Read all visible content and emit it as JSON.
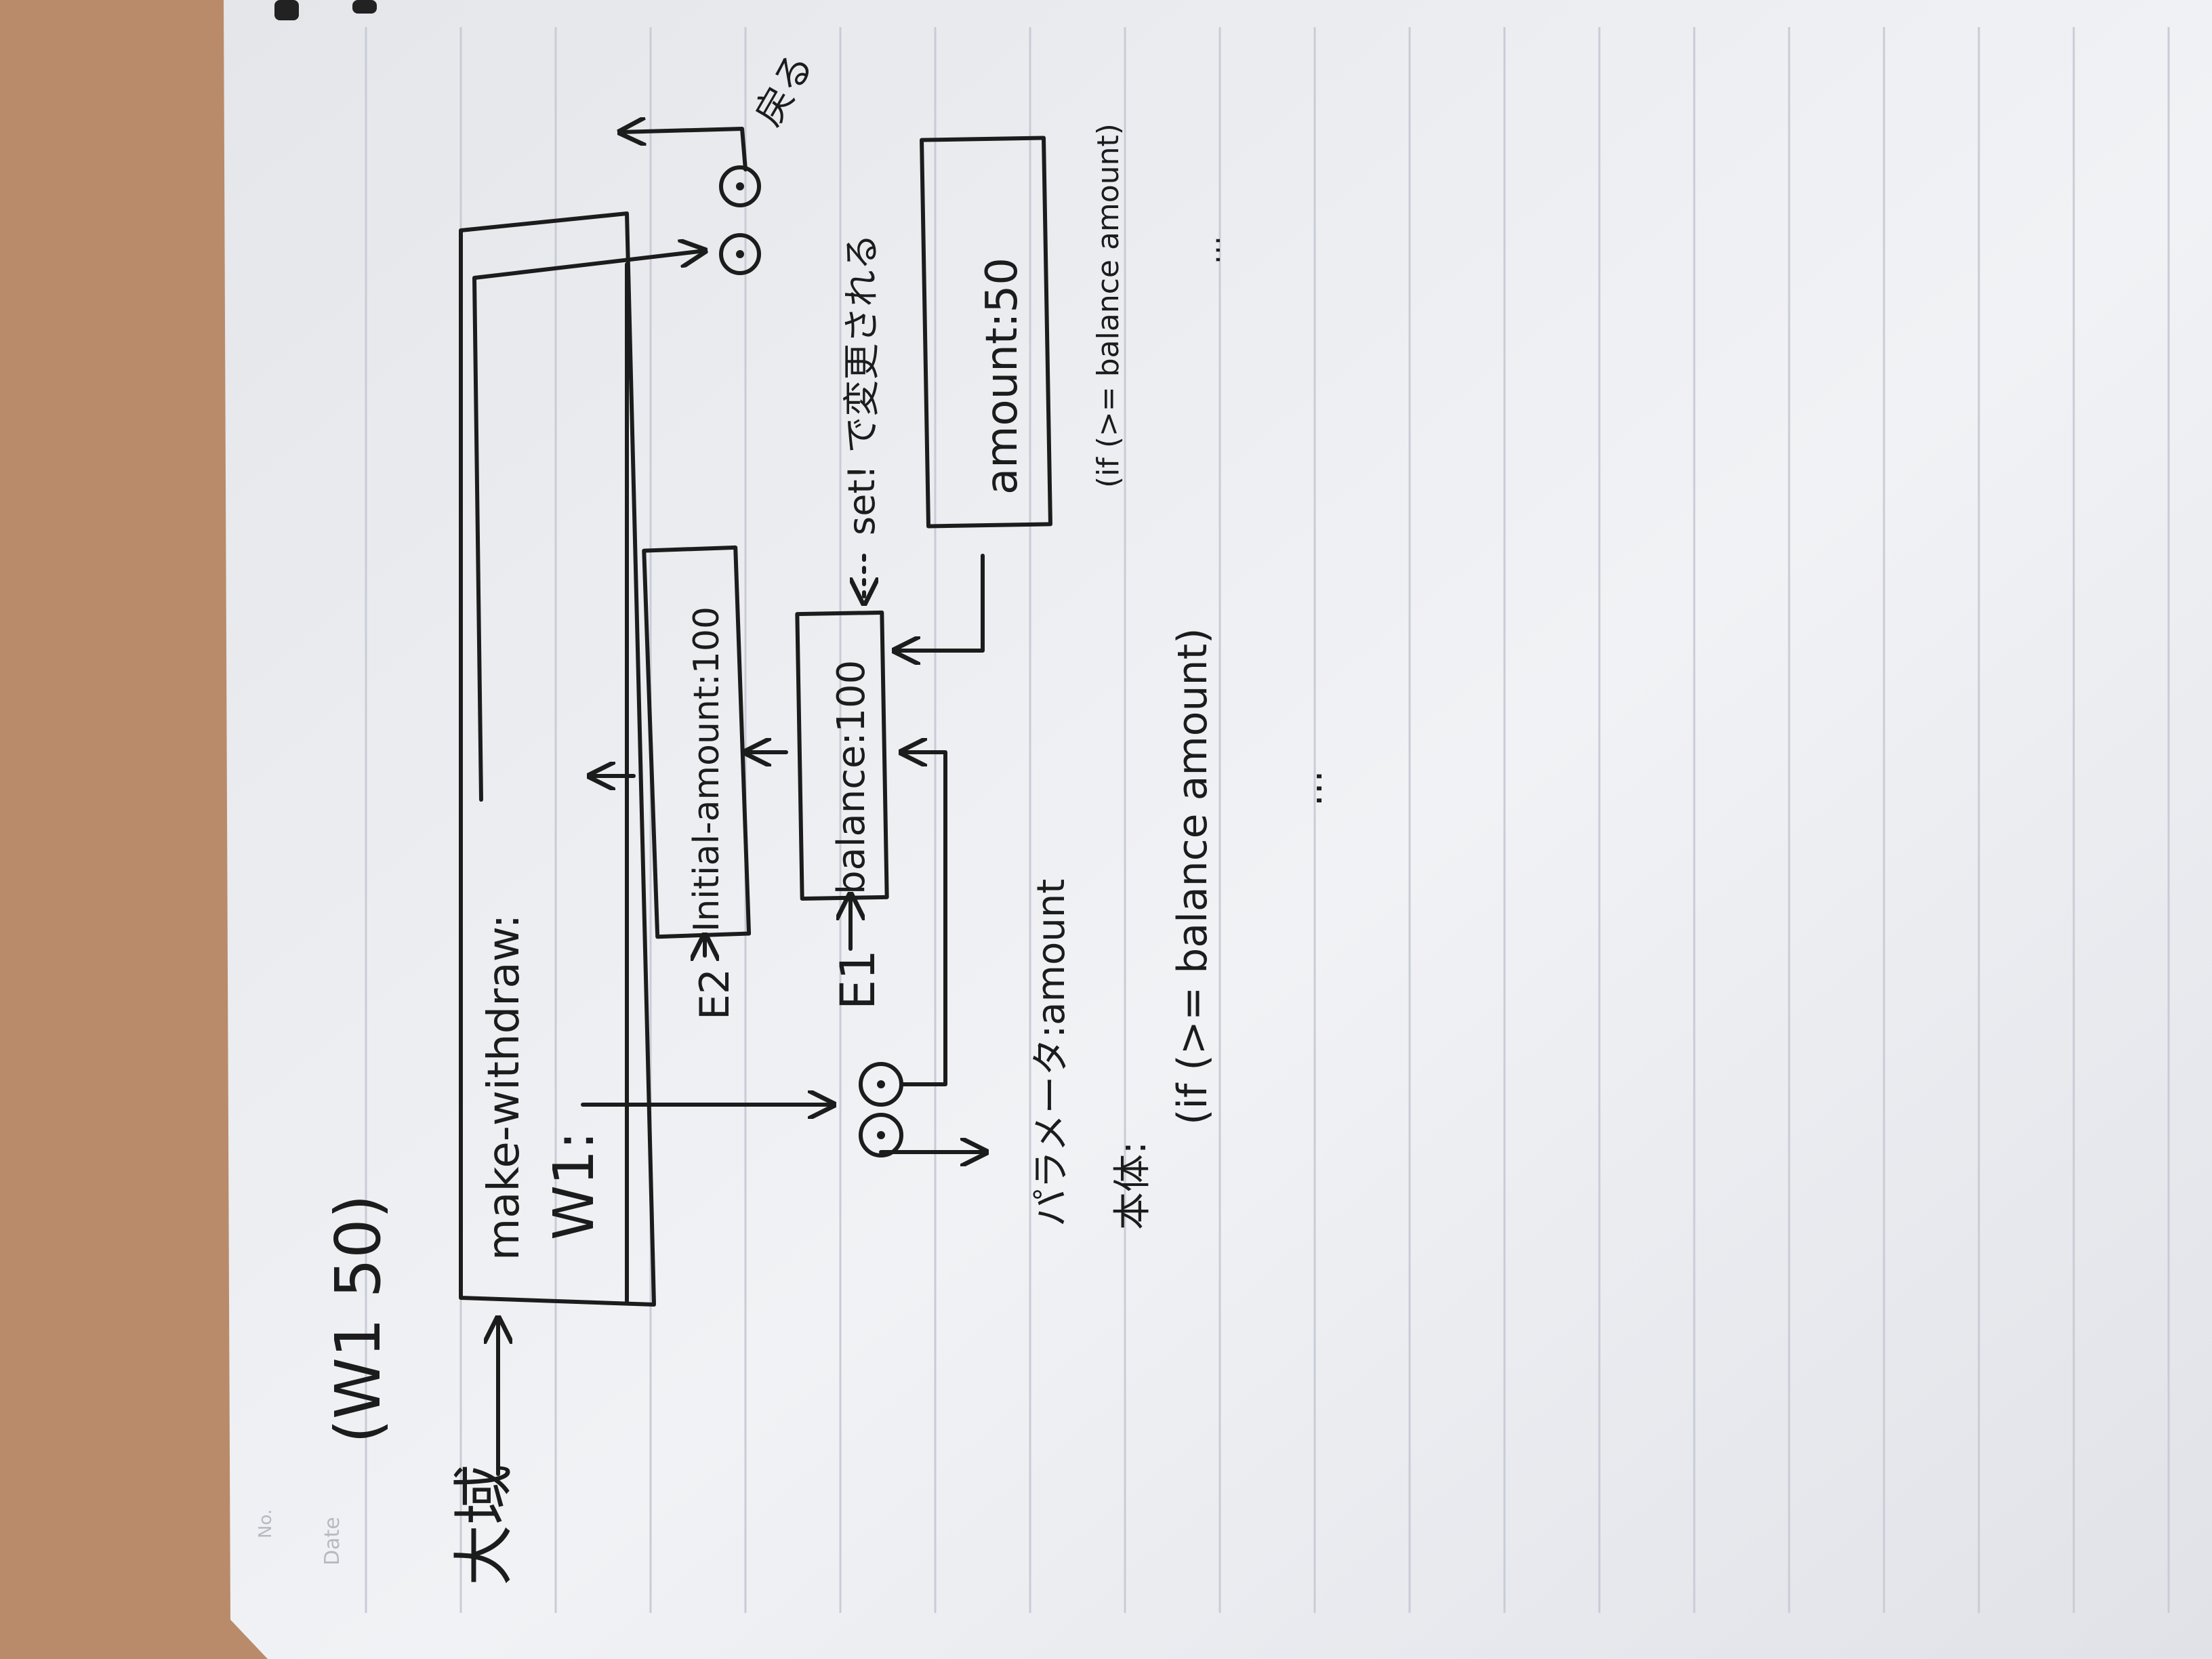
{
  "paper": {
    "label_no": "No.",
    "label_date": "Date"
  },
  "diagram": {
    "expression": "(W1 50)",
    "global_env_label": "大域",
    "global_binding_make_withdraw": "make-withdraw:",
    "global_binding_w1": "W1:",
    "e2_label": "E2",
    "e2_binding": "Initial-amount:100",
    "e1_label": "E1",
    "e1_binding": "balance:100",
    "new_frame_binding": "amount:50",
    "set_note": "set! で変更される",
    "body_condition_new_frame": "(if (>= balance amount)",
    "ellipsis_new_frame": "...",
    "result_label": "戻る",
    "params_line": "パラメータ:amount",
    "body_label": "本体:",
    "body_code": "(if (>= balance amount)",
    "ellipsis_body": "..."
  },
  "colors": {
    "desk": "#b98b6a",
    "paper": "#eceef2",
    "rule": "#c9ccd6",
    "ink": "#1c1c1c"
  }
}
